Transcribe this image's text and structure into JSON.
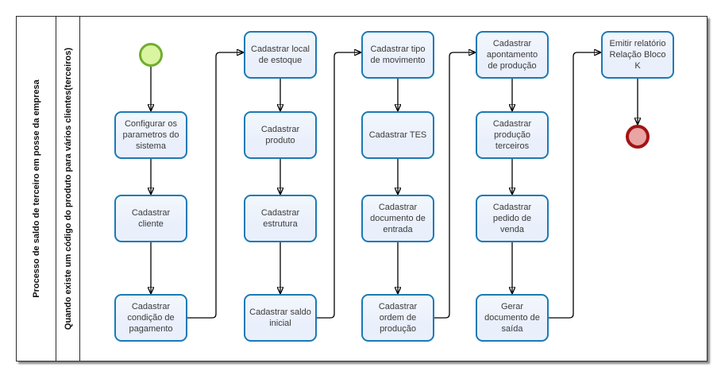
{
  "pool": {
    "name": "Processo de saldo de terceiro em posse da empresa",
    "lane_name": "Quando existe um código do produto para vários clientes(terceiros)"
  },
  "events": {
    "start": {
      "name": "start-event",
      "shape": "circle"
    },
    "end": {
      "name": "end-event",
      "shape": "circle"
    }
  },
  "tasks": [
    {
      "id": "configurar-parametros-sistema",
      "label": "Configurar os parametros do sistema"
    },
    {
      "id": "cadastrar-cliente",
      "label": "Cadastrar cliente"
    },
    {
      "id": "cadastrar-condicao-pagamento",
      "label": "Cadastrar condição de pagamento"
    },
    {
      "id": "cadastrar-local-estoque",
      "label": "Cadastrar local de estoque"
    },
    {
      "id": "cadastrar-produto",
      "label": "Cadastrar produto"
    },
    {
      "id": "cadastrar-estrutura",
      "label": "Cadastrar estrutura"
    },
    {
      "id": "cadastrar-saldo-inicial",
      "label": "Cadastrar saldo inicial"
    },
    {
      "id": "cadastrar-tipo-movimento",
      "label": "Cadastrar tipo de movimento"
    },
    {
      "id": "cadastrar-tes",
      "label": "Cadastrar TES"
    },
    {
      "id": "cadastrar-documento-entrada",
      "label": "Cadastrar documento de entrada"
    },
    {
      "id": "cadastrar-ordem-producao",
      "label": "Cadastrar ordem de produção"
    },
    {
      "id": "cadastrar-apontamento-producao",
      "label": "Cadastrar apontamento de produção"
    },
    {
      "id": "cadastrar-producao-terceiros",
      "label": "Cadastrar produção terceiros"
    },
    {
      "id": "cadastrar-pedido-venda",
      "label": "Cadastrar pedido de venda"
    },
    {
      "id": "gerar-documento-saida",
      "label": "Gerar documento de saída"
    },
    {
      "id": "emitir-relatorio-bloco-k",
      "label": "Emitir relatório Relação Bloco K"
    }
  ],
  "colors": {
    "task_fill": "#e9effb",
    "task_border": "#1b7ab5",
    "task_text": "#3b3b3b",
    "start_fill": "#d9f5a1",
    "start_border": "#70ad2e",
    "end_fill": "#e9a4a4",
    "end_border": "#a21414",
    "connector": "#000000",
    "pool_border": "#2b2b2b"
  }
}
